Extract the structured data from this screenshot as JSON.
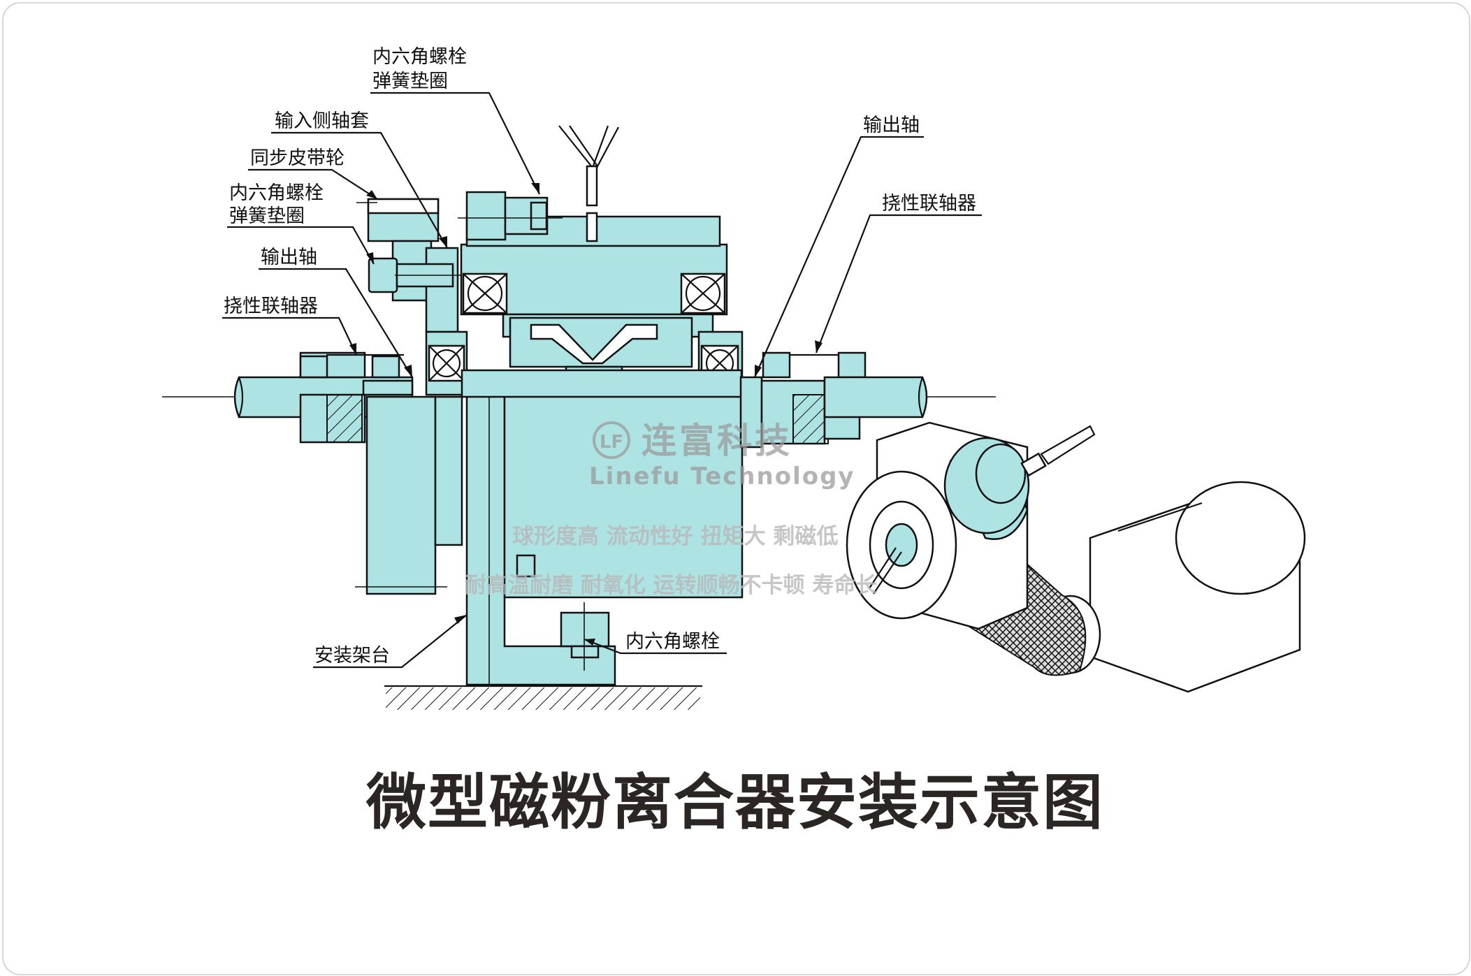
{
  "title": "微型磁粉离合器安装示意图",
  "watermark": {
    "logo_mark": "LF",
    "brand_cn": "连富科技",
    "brand_en": "Linefu Technology",
    "slogan_1": "球形度高 流动性好 扭矩大 剩磁低",
    "slogan_2": "耐高温耐磨 耐氧化 运转顺畅不卡顿 寿命长"
  },
  "labels": {
    "bolt_washer_top_1": "内六角螺栓",
    "bolt_washer_top_2": "弹簧垫圈",
    "input_sleeve": "输入侧轴套",
    "timing_pulley": "同步皮带轮",
    "bolt_washer_left_1": "内六角螺栓",
    "bolt_washer_left_2": "弹簧垫圈",
    "output_shaft_left": "输出轴",
    "flex_coupling_left": "挠性联轴器",
    "output_shaft_right": "输出轴",
    "flex_coupling_right": "挠性联轴器",
    "mount_base": "安装架台",
    "hex_bolt_bottom": "内六角螺栓"
  },
  "colors": {
    "part_fill": "#aee3e3",
    "outline": "#111111",
    "title": "#2b2523",
    "watermark": "#9b9b9b",
    "frame": "#d6d6d6"
  }
}
